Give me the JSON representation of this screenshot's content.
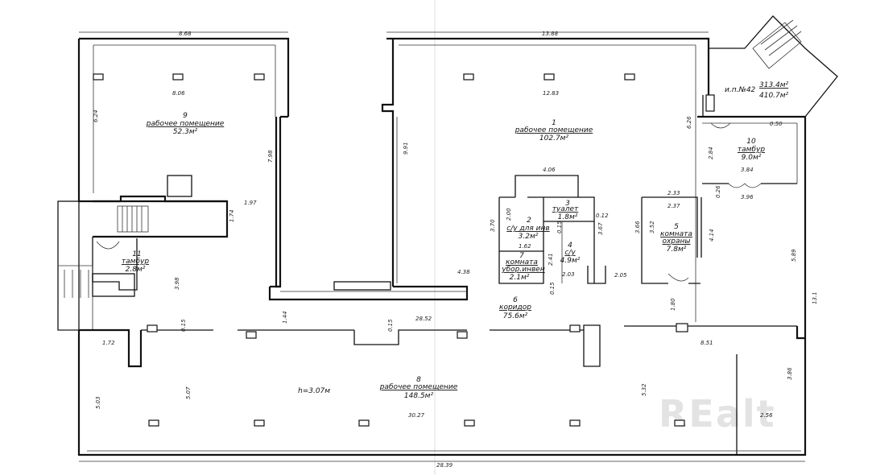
{
  "plan": {
    "rooms": {
      "r9": {
        "number": "9",
        "name": "рабочее помещение",
        "area": "52.3м²"
      },
      "r1": {
        "number": "1",
        "name": "рабочее помещение",
        "area": "102.7м²"
      },
      "r10": {
        "number": "10",
        "name": "тамбур",
        "area": "9.0м²"
      },
      "r2": {
        "number": "2",
        "name": "с/у для инв",
        "area": "3.2м²"
      },
      "r3": {
        "number": "3",
        "name": "туалет",
        "area": "1.8м²"
      },
      "r4": {
        "number": "4",
        "name": "с/у",
        "area": "4.9м²"
      },
      "r7": {
        "number": "7",
        "name": "комната",
        "name2": "убор.инвен",
        "area": "2.1м²"
      },
      "r5": {
        "number": "5",
        "name": "комната",
        "name2": "охраны",
        "area": "7.8м²"
      },
      "r11": {
        "number": "11",
        "name": "тамбур",
        "area": "2.8м²"
      },
      "r6": {
        "number": "6",
        "name": "коридор",
        "area": "75.6м²"
      },
      "r8": {
        "number": "8",
        "name": "рабочее помещение",
        "area": "148.5м²"
      }
    },
    "totals": {
      "label": "и.п.№42",
      "area1": "313.4м²",
      "area2": "410.7м²"
    },
    "height_note": "h=3.07м",
    "dims": {
      "d868": "8.68",
      "d1388": "13.88",
      "d806": "8.06",
      "d1283": "12.83",
      "d624": "6.24",
      "d798": "7.98",
      "d991": "9.91",
      "d626": "6.26",
      "d050": "0.50",
      "d284": "2.84",
      "d384": "3.84",
      "d026": "0.26",
      "d396": "3.96",
      "d406": "4.06",
      "d197": "1.97",
      "d174": "1.74",
      "d233": "2.33",
      "d237": "2.37",
      "d200": "2.00",
      "d370": "3.70",
      "d012": "0.12",
      "d367": "3.67",
      "d366": "3.66",
      "d352": "3.52",
      "d414": "4.14",
      "d015a": "0.15",
      "d162": "1.62",
      "d241": "2.41",
      "d203": "2.03",
      "d205": "2.05",
      "d015b": "0.15",
      "d438": "4.38",
      "d589": "5.89",
      "d131": "13.1",
      "d398": "3.98",
      "d015c": "0.15",
      "d144": "1.44",
      "d2852": "28.52",
      "d015d": "0.15",
      "d180": "1.80",
      "d851": "8.51",
      "d172": "1.72",
      "d507": "5.07",
      "d532": "5.32",
      "d503": "5.03",
      "d386": "3.86",
      "d3027": "30.27",
      "d256": "2.56",
      "d2839": "28.39"
    }
  },
  "watermark": "REalt"
}
